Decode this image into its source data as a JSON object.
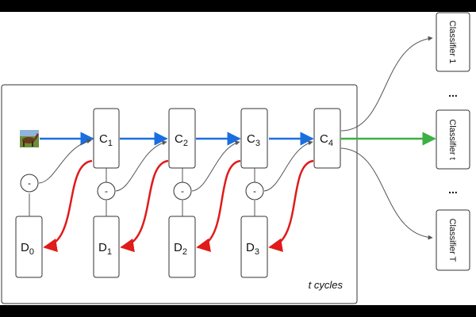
{
  "cycles_label": "t cycles",
  "c_boxes": [
    {
      "base": "C",
      "sub": "1"
    },
    {
      "base": "C",
      "sub": "2"
    },
    {
      "base": "C",
      "sub": "3"
    },
    {
      "base": "C",
      "sub": "4"
    }
  ],
  "d_boxes": [
    {
      "base": "D",
      "sub": "0"
    },
    {
      "base": "D",
      "sub": "1"
    },
    {
      "base": "D",
      "sub": "2"
    },
    {
      "base": "D",
      "sub": "3"
    }
  ],
  "classifiers": [
    "Classifier 1",
    "Classifier t",
    "Classifier T"
  ],
  "ellipsis": "...",
  "minus_symbol": "-",
  "colors": {
    "blue_arrow": "#1a6fe0",
    "red_arrow": "#e01b1b",
    "green_arrow": "#3cb043",
    "gray_line": "#555555"
  },
  "icons": {
    "input_image": "horse-image-icon"
  }
}
